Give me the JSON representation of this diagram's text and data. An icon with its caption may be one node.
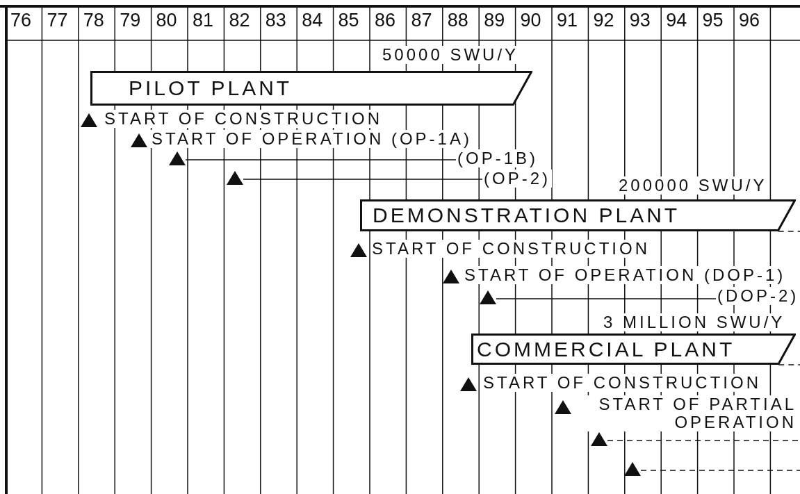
{
  "diagram": {
    "nodes": [
      {
        "text": [
          "PILOT PLANT"
        ],
        "beside": [
          "50000 SWU/Y"
        ]
      },
      {
        "text": [],
        "shape": "triangle"
      },
      {
        "text": [
          "(OP-1B)"
        ]
      },
      {
        "text": [],
        "shape": "triangle"
      },
      {
        "text": [
          "(OP-2)"
        ]
      },
      {
        "text": [
          "DEMONSTRATION PLANT"
        ],
        "beside": [
          "200000 SWU/Y"
        ]
      },
      {
        "text": [],
        "shape": "triangle"
      },
      {
        "text": [
          "(DOP-2)"
        ]
      },
      {
        "text": [
          "COMMERCIAL PLANT"
        ],
        "beside": [
          "3 MILLION SWU/Y"
        ]
      },
      {
        "text": [],
        "shape": "triangle"
      },
      {
        "text": [],
        "shape": "triangle"
      }
    ],
    "edges": [
      {
        "from": 1,
        "to": 2,
        "arrow": "none"
      },
      {
        "from": 3,
        "to": 4,
        "arrow": "none"
      },
      {
        "from": 5,
        "to": null,
        "arrow": "none",
        "style": "dashed"
      },
      {
        "from": 6,
        "to": 7,
        "arrow": "none"
      },
      {
        "from": 8,
        "to": null,
        "arrow": "none",
        "style": "dashed"
      },
      {
        "from": 9,
        "to": null,
        "arrow": "none",
        "style": "dashed"
      },
      {
        "from": 10,
        "to": null,
        "arrow": "none",
        "style": "dashed"
      }
    ],
    "labels": [
      "76",
      "77",
      "78",
      "79",
      "80",
      "81",
      "82",
      "83",
      "84",
      "85",
      "86",
      "87",
      "88",
      "89",
      "90",
      "91",
      "92",
      "93",
      "94",
      "95",
      "96",
      "START OF CONSTRUCTION",
      "START OF OPERATION (OP-1A)",
      "START OF CONSTRUCTION",
      "START OF OPERATION (DOP-1)",
      "START OF CONSTRUCTION",
      "START OF PARTIAL OPERATION"
    ]
  }
}
